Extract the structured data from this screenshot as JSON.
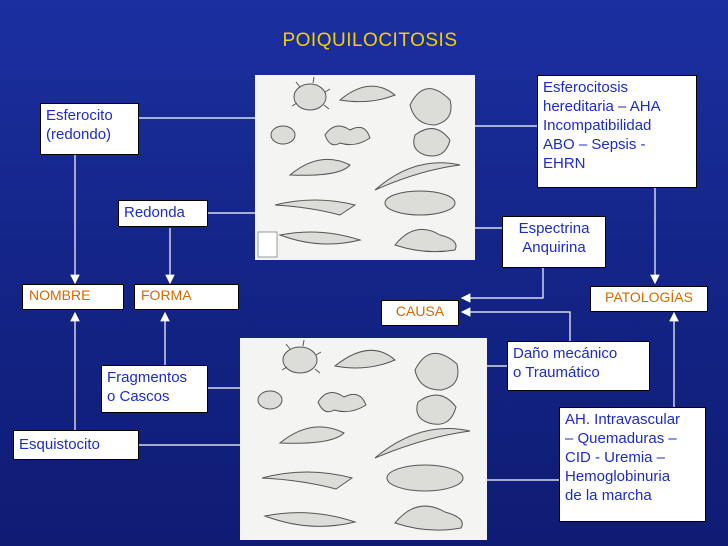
{
  "title": "POIQUILOCITOSIS",
  "labels": {
    "nombre": "NOMBRE",
    "forma": "FORMA",
    "causa": "CAUSA",
    "patologias": "PATOLOGÍAS"
  },
  "top": {
    "nombre": "Esferocito\n(redondo)",
    "forma": "Redonda",
    "causa": "Espectrina\nAnquirina",
    "patologias": "Esferocitosis\nhereditaria – AHA\nIncompatibilidad\nABO – Sepsis -\nEHRN"
  },
  "bottom": {
    "nombre": "Esquistocito",
    "forma": "Fragmentos\no Cascos",
    "causa": "Daño mecánico\no Traumático",
    "patologias": "AH. Intravascular\n– Quemaduras –\nCID - Uremia –\nHemoglobinuria\nde la marcha"
  },
  "colors": {
    "background": "#142589",
    "title": "#f4d000",
    "box_text": "#1d2cc8",
    "label_text": "#d26a00"
  }
}
